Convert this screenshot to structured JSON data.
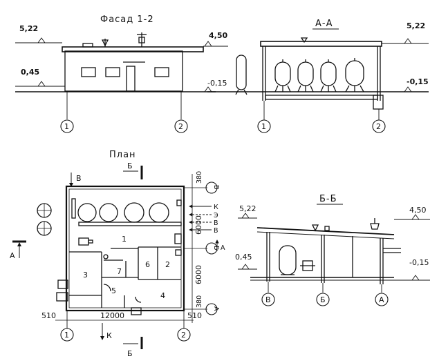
{
  "titles": {
    "facade": "Фасад  1-2",
    "section_aa": "А-А",
    "plan": "План",
    "section_bb": "Б-Б"
  },
  "elevations": {
    "facade_top": "5,22",
    "facade_roof": "4,50",
    "facade_low": "0,45",
    "facade_ground": "-0,15",
    "aa_top": "5,22",
    "aa_ground": "-0,15",
    "bb_top": "5,22",
    "bb_roof": "4,50",
    "bb_low": "0,45",
    "bb_ground": "-0,15"
  },
  "axes": {
    "one": "1",
    "two": "2",
    "a": "А",
    "b": "Б",
    "v": "В"
  },
  "plan": {
    "section_mark_b": "Б",
    "section_mark_v": "В",
    "section_mark_a": "А",
    "arrow_k_bottom": "К",
    "rooms": [
      "1",
      "2",
      "3",
      "4",
      "5",
      "6",
      "7"
    ],
    "pipes": [
      "К",
      "Э",
      "В",
      "В"
    ],
    "dims": {
      "width": "12000",
      "left_offset": "510",
      "right_offset": "510",
      "top": "380",
      "span1": "6000",
      "span2": "6000",
      "bottom": "380"
    }
  }
}
